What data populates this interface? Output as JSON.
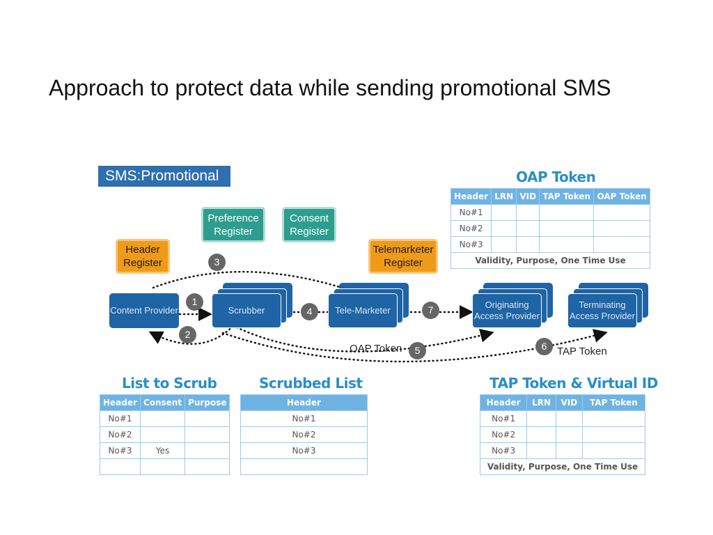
{
  "title": "Approach to protect data while sending promotional SMS",
  "diagram": {
    "tag": "SMS:Promotional",
    "registers": {
      "preference": "Preference Register",
      "consent": "Consent Register",
      "header": "Header Register",
      "telemarketer": "Telemarketer Register"
    },
    "nodes": {
      "content_provider": "Content Provider",
      "scrubber": "Scrubber",
      "telemarketer": "Tele-Marketer",
      "oap": "Originating Access Provider",
      "tap": "Terminating Access Provider"
    },
    "steps": [
      "1",
      "2",
      "3",
      "4",
      "5",
      "6",
      "7"
    ],
    "flow_labels": {
      "oap_token": "OAP Token",
      "tap_token": "TAP Token"
    }
  },
  "tables": {
    "oap_token": {
      "title": "OAP Token",
      "headers": [
        "Header",
        "LRN",
        "VID",
        "TAP Token",
        "OAP Token"
      ],
      "rows": [
        [
          "No#1",
          "",
          "",
          "",
          ""
        ],
        [
          "No#2",
          "",
          "",
          "",
          ""
        ],
        [
          "No#3",
          "",
          "",
          "",
          ""
        ]
      ],
      "footer": "Validity, Purpose, One Time Use"
    },
    "list_to_scrub": {
      "title": "List to Scrub",
      "headers": [
        "Header",
        "Consent",
        "Purpose"
      ],
      "rows": [
        [
          "No#1",
          "",
          ""
        ],
        [
          "No#2",
          "",
          ""
        ],
        [
          "No#3",
          "Yes",
          ""
        ],
        [
          "",
          "",
          ""
        ]
      ]
    },
    "scrubbed_list": {
      "title": "Scrubbed List",
      "headers": [
        "Header"
      ],
      "rows": [
        [
          "No#1"
        ],
        [
          "No#2"
        ],
        [
          "No#3"
        ],
        [
          ""
        ]
      ]
    },
    "tap_token": {
      "title": "TAP Token & Virtual ID",
      "headers": [
        "Header",
        "LRN",
        "VID",
        "TAP Token"
      ],
      "rows": [
        [
          "No#1",
          "",
          "",
          ""
        ],
        [
          "No#2",
          "",
          "",
          ""
        ],
        [
          "No#3",
          "",
          "",
          ""
        ]
      ],
      "footer": "Validity, Purpose, One Time Use"
    }
  },
  "colors": {
    "node_blue": "#1f64a5",
    "register_teal": "#2c9d8f",
    "register_orange": "#f09a1a",
    "table_header_blue": "#6fb3e3",
    "table_title_blue": "#2a8ec9"
  }
}
